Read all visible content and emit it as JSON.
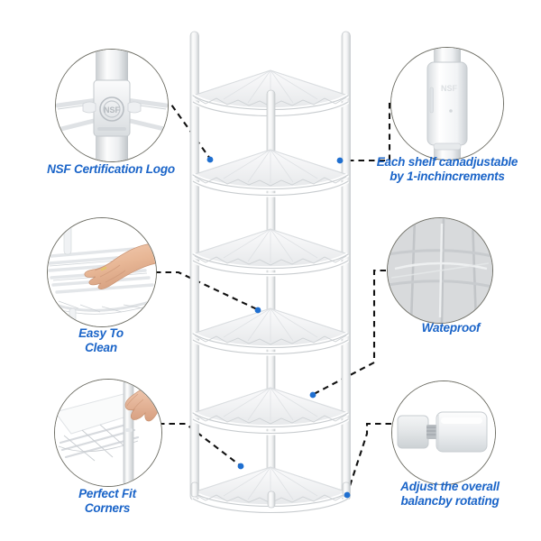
{
  "page": {
    "title": "Corner Wire Shelving Unit Feature Infographic",
    "background": "#ffffff",
    "label_color": "#1a64c8",
    "connector_color": "#111111",
    "dot_color": "#1f6fd0",
    "circle_border_color": "#6f6f66"
  },
  "product": {
    "name": "5-tier corner wire shelving rack",
    "shelf_count": 6,
    "post_count": 3,
    "finish": "white"
  },
  "callouts": [
    {
      "id": "nsf-certification-logo",
      "label": "NSF Certification Logo",
      "side": "left",
      "detail": "post collar joint with embossed NSF mark",
      "icon": "post-collar-icon"
    },
    {
      "id": "shelf-adjustable",
      "label": "Each shelf canadjustable\nby 1-inchincrements",
      "side": "right",
      "detail": "split sleeve collar on post",
      "icon": "split-sleeve-icon"
    },
    {
      "id": "easy-to-clean",
      "label": "Easy To\nClean",
      "side": "left",
      "detail": "hand wiping wire shelf surface",
      "icon": "hand-wipe-icon"
    },
    {
      "id": "waterproof",
      "label": "Wateproof",
      "side": "right",
      "detail": "close up of coated wire mesh",
      "icon": "wire-mesh-icon"
    },
    {
      "id": "perfect-fit-corners",
      "label": "Perfect Fit\nCorners",
      "side": "left",
      "detail": "hand fitting shelf against post in corner",
      "icon": "corner-fit-icon"
    },
    {
      "id": "adjust-balance",
      "label": "Adjust the overall\nbalancby rotating",
      "side": "right",
      "detail": "threaded leveling foot",
      "icon": "leveling-foot-icon"
    }
  ]
}
